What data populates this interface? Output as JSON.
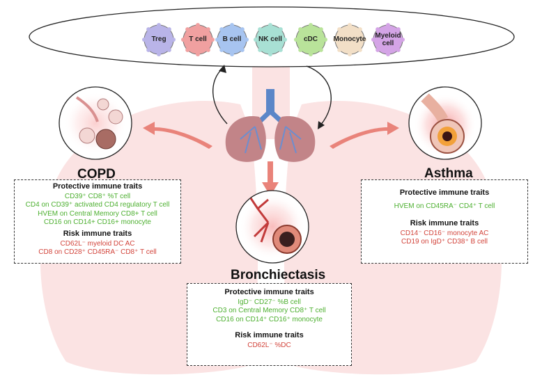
{
  "cells": [
    {
      "label": "Treg",
      "fill": "#b9b4e8"
    },
    {
      "label": "T cell",
      "fill": "#f0a0a0"
    },
    {
      "label": "B cell",
      "fill": "#a7c4f0"
    },
    {
      "label": "NK cell",
      "fill": "#a8e0d4"
    },
    {
      "label": "cDC",
      "fill": "#b9e39a"
    },
    {
      "label": "Monocyte",
      "fill": "#f2dfc7"
    },
    {
      "label": "Myeloid cell",
      "fill": "#d4a4e6"
    }
  ],
  "diseases": {
    "copd": {
      "title": "COPD",
      "protective_heading": "Protective immune traits",
      "protective": [
        "CD39⁺ CD8⁺ %T cell",
        "CD4 on CD39⁺ activated CD4 regulatory T cell",
        "HVEM on Central Memory CD8+ T cell",
        "CD16 on CD14+ CD16+ monocyte"
      ],
      "risk_heading": "Risk  immune traits",
      "risk": [
        "CD62L⁻ myeloid DC AC",
        "CD8 on CD28⁺ CD45RA⁻ CD8⁺ T cell"
      ]
    },
    "bronchiectasis": {
      "title": "Bronchiectasis",
      "protective_heading": "Protective  immune traits",
      "protective": [
        "IgD⁻ CD27⁻ %B cell",
        "CD3 on Central Memory CD8⁺ T cell",
        "CD16 on CD14⁺ CD16⁺ monocyte"
      ],
      "risk_heading": "Risk  immune traits",
      "risk": [
        "CD62L⁻ %DC"
      ]
    },
    "asthma": {
      "title": "Asthma",
      "protective_heading": "Protective  immune traits",
      "protective": [
        "HVEM on CD45RA⁻ CD4⁺ T cell"
      ],
      "risk_heading": "Risk  immune traits",
      "risk": [
        "CD14⁻ CD16⁻ monocyte AC",
        "CD19 on IgD⁺ CD38⁺ B cell"
      ]
    }
  },
  "colors": {
    "protective": "#4caf2f",
    "risk": "#d2433a",
    "lung_background": "#fbe3e3",
    "arrow": "#e9837a"
  }
}
